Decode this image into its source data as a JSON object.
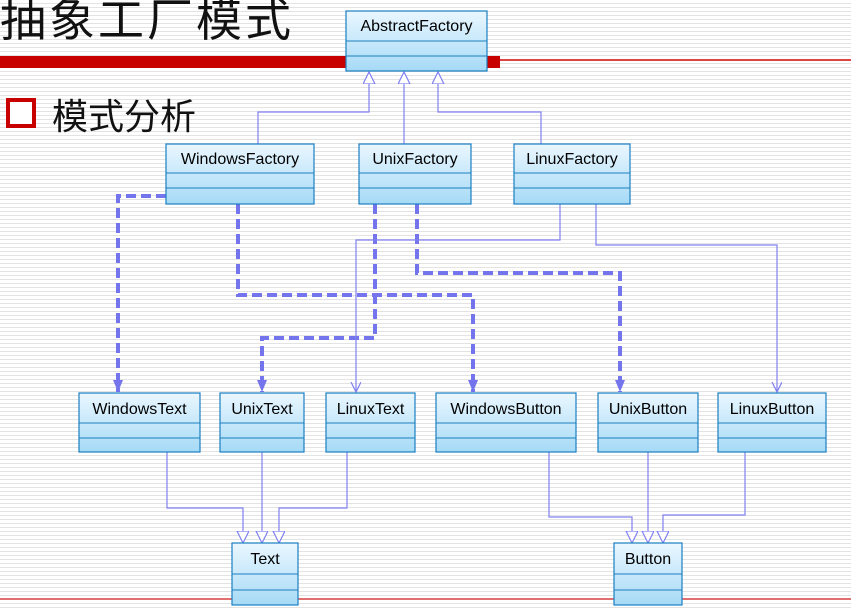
{
  "slide": {
    "title": "抽象工厂模式",
    "subtitle": "模式分析"
  },
  "classes": {
    "abstract_factory": "AbstractFactory",
    "windows_factory": "WindowsFactory",
    "unix_factory": "UnixFactory",
    "linux_factory": "LinuxFactory",
    "windows_text": "WindowsText",
    "unix_text": "UnixText",
    "linux_text": "LinuxText",
    "windows_button": "WindowsButton",
    "unix_button": "UnixButton",
    "linux_button": "LinuxButton",
    "text": "Text",
    "button": "Button"
  },
  "colors": {
    "accent_red": "#c80000",
    "box_border": "#1a7fc0",
    "box_fill_top": "#eaf7ff",
    "box_fill_bottom": "#a6daf6",
    "connector": "#8080f0"
  }
}
